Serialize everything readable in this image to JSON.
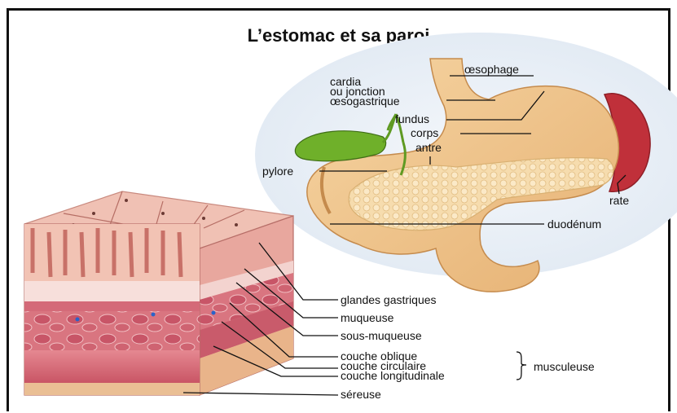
{
  "title": "L’estomac et sa paroi",
  "stomach_labels": {
    "oesophage": "œsophage",
    "cardia_1": "cardia",
    "cardia_2": "ou jonction",
    "cardia_3": "œsogastrique",
    "fundus": "fundus",
    "corps": "corps",
    "antre": "antre",
    "pylore": "pylore",
    "rate": "rate",
    "duodenum": "duodénum"
  },
  "wall_labels": {
    "glandes": "glandes  gastriques",
    "muqueuse": "muqueuse",
    "sous_muqueuse": "sous-muqueuse",
    "oblique": "couche oblique",
    "circulaire": "couche circulaire",
    "longitudinale": "couche longitudinale",
    "musculeuse": "musculeuse",
    "sereuse": "séreuse"
  },
  "colors": {
    "stomach": "#f1c78d",
    "pancreas": "#f6dcae",
    "gallbladder": "#6fb02a",
    "spleen": "#c0303a",
    "mucosa": "#e9a7a0",
    "muscle": "#d96b78",
    "outline": "#111111"
  }
}
